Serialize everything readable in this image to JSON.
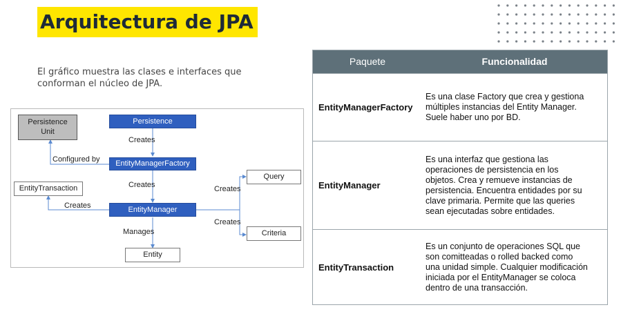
{
  "title": "Arquitectura de JPA",
  "intro": {
    "line1": "El gráfico muestra las clases e interfaces que",
    "line2": "conforman el núcleo de JPA."
  },
  "diagram": {
    "nodes": {
      "persistence_unit": "Persistence\nUnit",
      "persistence": "Persistence",
      "entity_manager_factory": "EntityManagerFactory",
      "entity_transaction": "EntityTransaction",
      "entity_manager": "EntityManager",
      "query": "Query",
      "criteria": "Criteria",
      "entity": "Entity"
    },
    "labels": {
      "creates_1": "Creates",
      "configured_by": "Configured by",
      "creates_2": "Creates",
      "creates_tx": "Creates",
      "creates_query": "Creates",
      "creates_criteria": "Creates",
      "manages": "Manages"
    },
    "colors": {
      "blue": "#2f5fbf",
      "grey": "#bdbdbd",
      "arrow": "#5a8ad0"
    }
  },
  "table": {
    "header": {
      "col1": "Paquete",
      "col2": "Funcionalidad"
    },
    "rows": [
      {
        "key": "EntityManagerFactory",
        "lines": [
          "Es una clase Factory que crea y gestiona",
          "múltiples instancias del Entity Manager.",
          "Suele haber uno por BD."
        ]
      },
      {
        "key": "EntityManager",
        "lines": [
          "Es una interfaz que gestiona las",
          "operaciones de persistencia en los",
          "objetos. Crea y remueve instancias de",
          "persistencia. Encuentra entidades por su",
          "clave primaria. Permite que las queries",
          "sean ejecutadas sobre entidades."
        ]
      },
      {
        "key": "EntityTransaction",
        "lines": [
          "Es un conjunto de operaciones SQL que",
          "son comitteadas o rolled backed como",
          "una unidad simple. Cualquier modificación",
          "iniciada por el EntityManager se coloca",
          "dentro de una transacción."
        ]
      }
    ],
    "colors": {
      "header_bg": "#5e7079"
    }
  },
  "accent_color": "#ffe600"
}
